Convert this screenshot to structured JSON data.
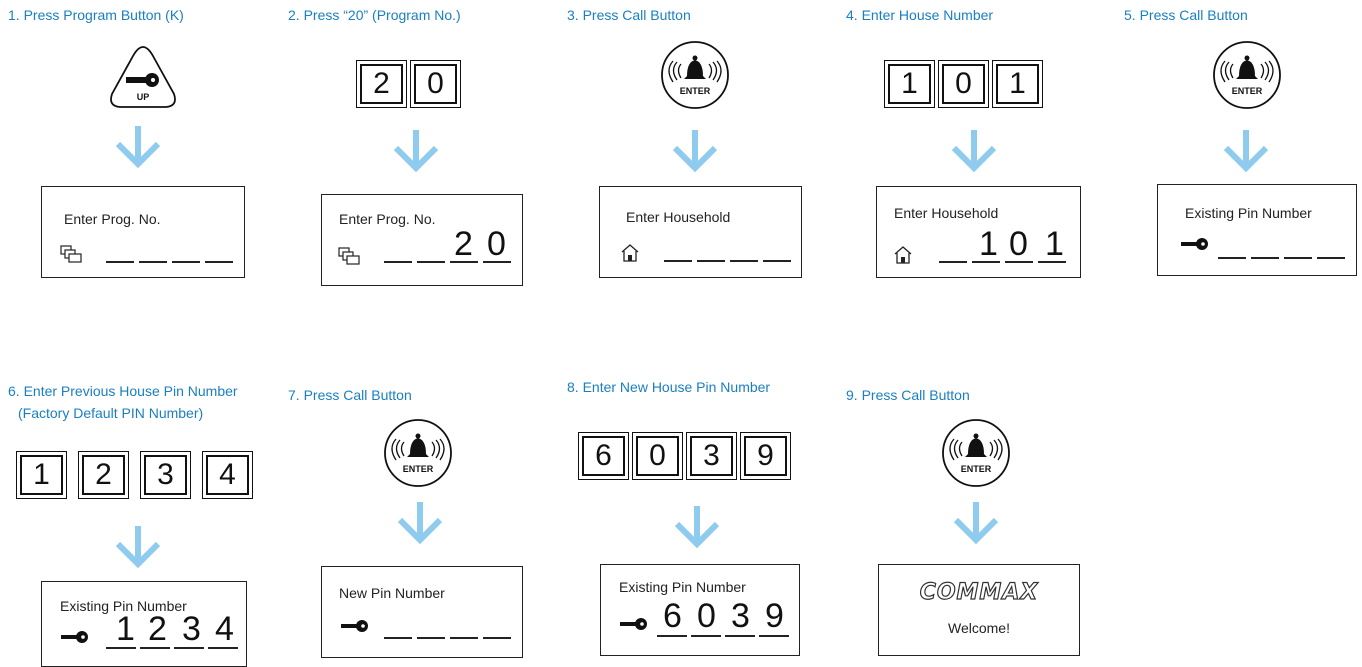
{
  "steps": [
    {
      "title": "1. Press Program Button (K)",
      "button_label": "UP",
      "lcd_label": "Enter Prog. No.",
      "lcd_icon": "program-icon"
    },
    {
      "title": "2. Press “20” (Program No.)",
      "keys": [
        "2",
        "0"
      ],
      "lcd_label": "Enter Prog. No.",
      "lcd_value": [
        "2",
        "0"
      ],
      "lcd_icon": "program-icon"
    },
    {
      "title": "3. Press Call Button",
      "button_label": "ENTER",
      "lcd_label": "Enter Household",
      "lcd_icon": "house-icon"
    },
    {
      "title": "4. Enter House Number",
      "keys": [
        "1",
        "0",
        "1"
      ],
      "lcd_label": "Enter Household",
      "lcd_value": [
        "1",
        "0",
        "1"
      ],
      "lcd_icon": "house-icon"
    },
    {
      "title": "5. Press Call Button",
      "button_label": "ENTER",
      "lcd_label": "Existing Pin Number",
      "lcd_icon": "key-icon"
    },
    {
      "title": "6. Enter Previous House Pin Number",
      "title_line2": "(Factory Default PIN Number)",
      "keys": [
        "1",
        "2",
        "3",
        "4"
      ],
      "lcd_label": "Existing Pin Number",
      "lcd_value": [
        "1",
        "2",
        "3",
        "4"
      ],
      "lcd_icon": "key-icon"
    },
    {
      "title": "7. Press Call Button",
      "button_label": "ENTER",
      "lcd_label": "New Pin Number",
      "lcd_icon": "key-icon"
    },
    {
      "title": "8. Enter New House Pin Number",
      "keys": [
        "6",
        "0",
        "3",
        "9"
      ],
      "lcd_label": "Existing Pin Number",
      "lcd_value": [
        "6",
        "0",
        "3",
        "9"
      ],
      "lcd_icon": "key-icon"
    },
    {
      "title": "9. Press Call Button",
      "button_label": "ENTER",
      "lcd_logo": "COMMAX",
      "lcd_message": "Welcome!"
    }
  ],
  "colors": {
    "title": "#1a7fc1",
    "arrow": "#8fcbee",
    "line": "#222222"
  }
}
